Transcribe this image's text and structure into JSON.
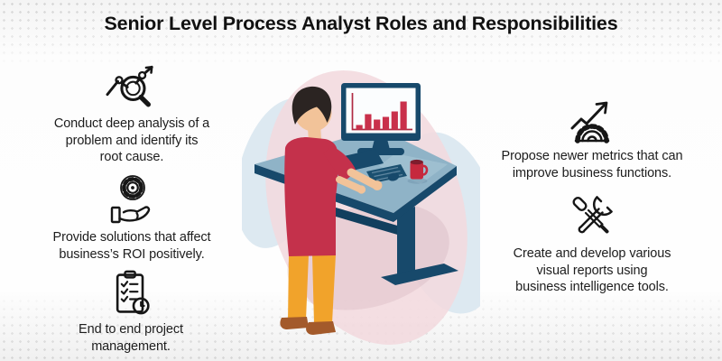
{
  "title": "Senior Level Process Analyst Roles and Responsibilities",
  "sections": {
    "left": [
      {
        "icon": "analysis-magnifier-icon",
        "lines": [
          "Conduct deep analysis of a",
          "problem and identify its",
          "root cause."
        ]
      },
      {
        "icon": "hand-gear-icon",
        "lines": [
          "Provide solutions that affect",
          "business’s ROI positively."
        ]
      },
      {
        "icon": "checklist-clock-icon",
        "lines": [
          "End to end project",
          "management."
        ]
      }
    ],
    "right": [
      {
        "icon": "growth-arrow-gear-icon",
        "lines": [
          "Propose newer metrics that can",
          "improve business functions."
        ]
      },
      {
        "icon": "crossed-tools-icon",
        "lines": [
          "Create and develop various",
          "visual reports using",
          "business intelligence tools."
        ]
      }
    ]
  },
  "illustration": {
    "name": "analyst-at-standing-desk",
    "description": "Person with dark hair, red t-shirt and orange trousers standing at a desk, working on a monitor that shows a rising red bar chart; keyboard, mouse and red mug on desk",
    "monitor_chart": {
      "type": "bar",
      "values": [
        5,
        17,
        11,
        14,
        20,
        31
      ],
      "bar_color": "#c9304b",
      "axis_color": "#b02a42"
    },
    "colors": {
      "desk_top": "#8fb3c7",
      "desk_frame": "#17496b",
      "shirt": "#c4314b",
      "pants": "#f1a32b",
      "shoes": "#a35a2b",
      "skin": "#f2c399",
      "hair": "#2b2422",
      "mug": "#c6293e",
      "blob_pink": "#f2d9de",
      "blob_blue": "#dde9f1"
    }
  }
}
